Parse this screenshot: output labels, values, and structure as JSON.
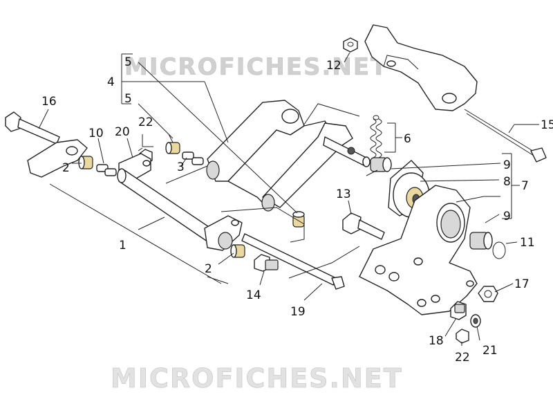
{
  "watermarks": {
    "top": "MICROFICHES.NET",
    "bottom": "MICROFICHES.NET"
  },
  "callouts": [
    {
      "id": "c1",
      "label": "1"
    },
    {
      "id": "c2a",
      "label": "2"
    },
    {
      "id": "c2b",
      "label": "2"
    },
    {
      "id": "c3",
      "label": "3"
    },
    {
      "id": "c4",
      "label": "4"
    },
    {
      "id": "c5a",
      "label": "5"
    },
    {
      "id": "c5b",
      "label": "5"
    },
    {
      "id": "c6",
      "label": "6"
    },
    {
      "id": "c7",
      "label": "7"
    },
    {
      "id": "c8",
      "label": "8"
    },
    {
      "id": "c9a",
      "label": "9"
    },
    {
      "id": "c9b",
      "label": "9"
    },
    {
      "id": "c10",
      "label": "10"
    },
    {
      "id": "c11",
      "label": "11"
    },
    {
      "id": "c12",
      "label": "12"
    },
    {
      "id": "c13",
      "label": "13"
    },
    {
      "id": "c14",
      "label": "14"
    },
    {
      "id": "c15",
      "label": "15"
    },
    {
      "id": "c16",
      "label": "16"
    },
    {
      "id": "c17",
      "label": "17"
    },
    {
      "id": "c18",
      "label": "18"
    },
    {
      "id": "c19",
      "label": "19"
    },
    {
      "id": "c20",
      "label": "20"
    },
    {
      "id": "c21",
      "label": "21"
    },
    {
      "id": "c22a",
      "label": "22"
    },
    {
      "id": "c22b",
      "label": "22"
    }
  ]
}
